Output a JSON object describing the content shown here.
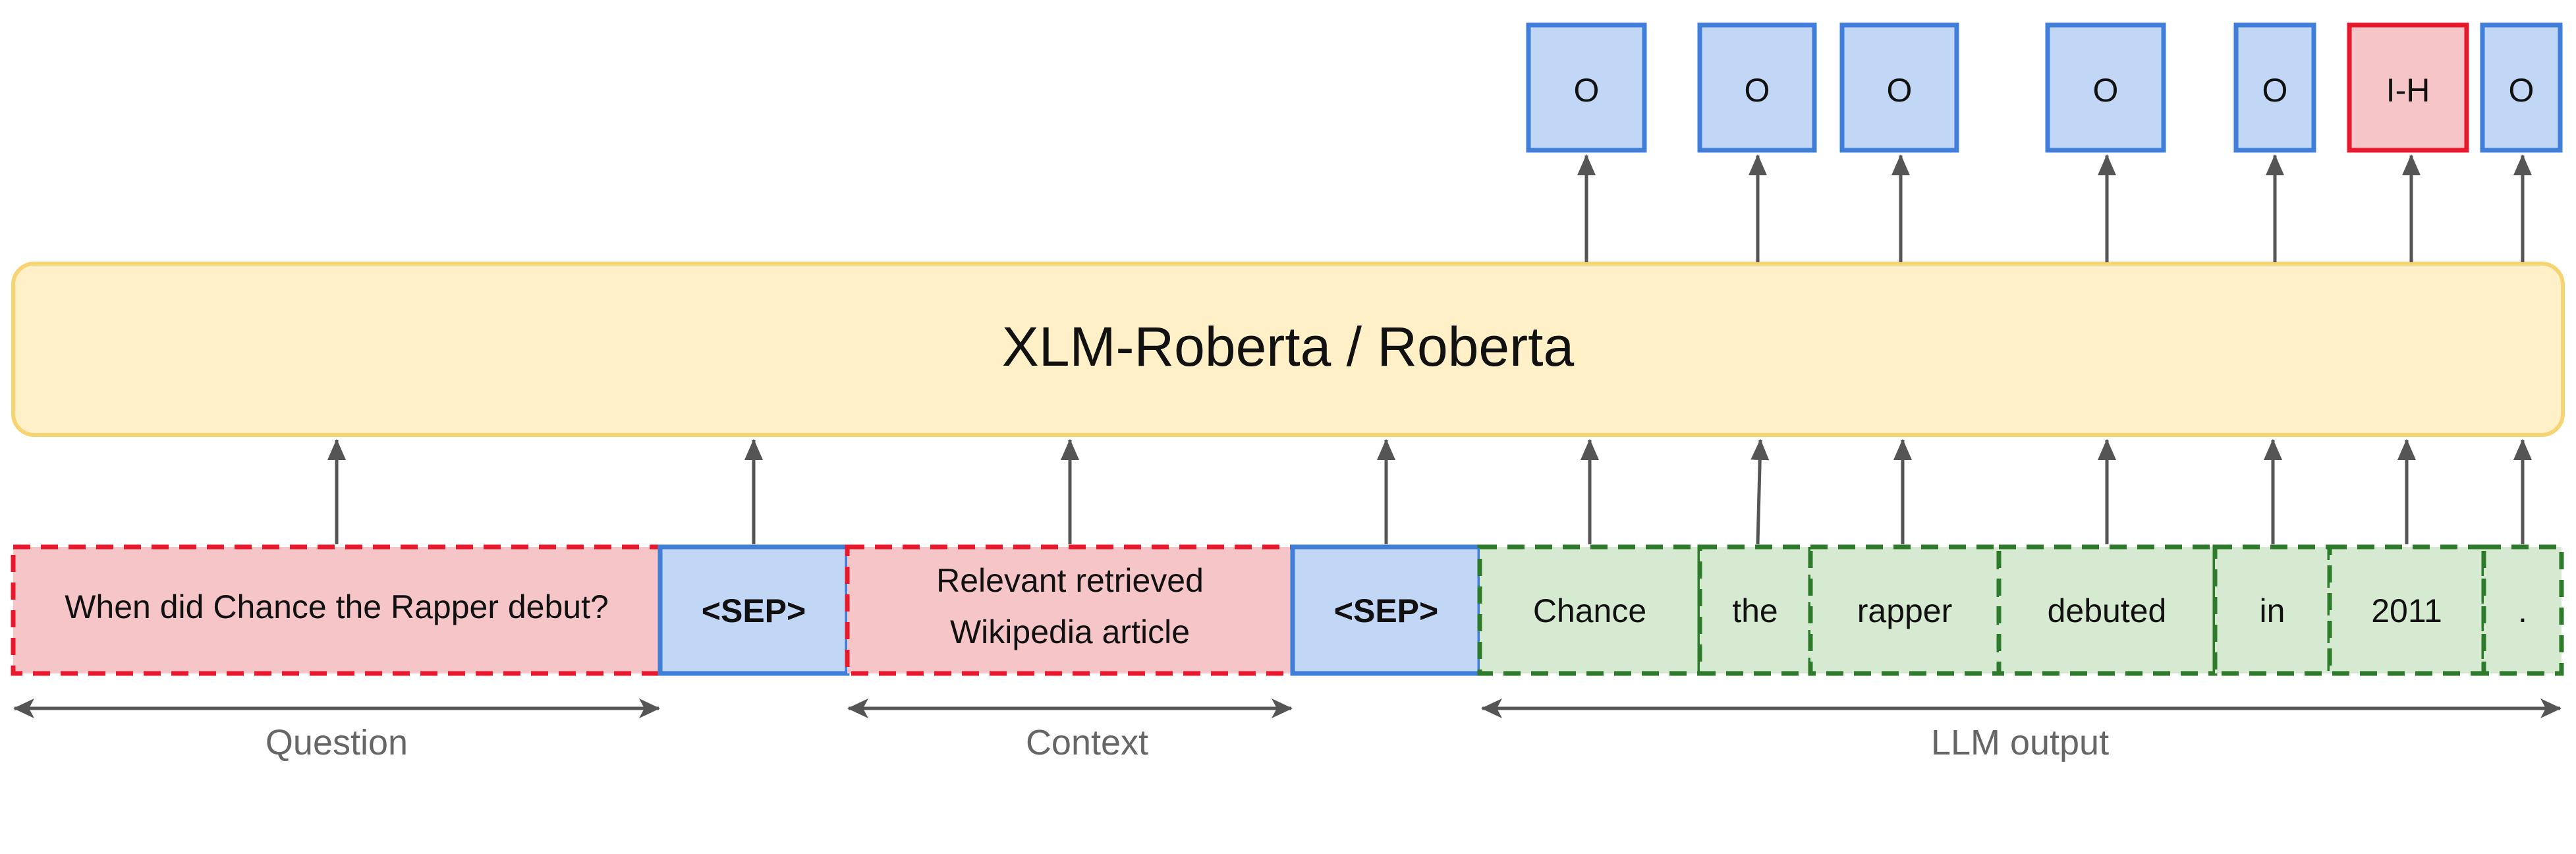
{
  "model": {
    "label": "XLM-Roberta / Roberta"
  },
  "inputs": {
    "question": "When did Chance the Rapper debut?",
    "sep1": "<SEP>",
    "context_line1": "Relevant retrieved",
    "context_line2": "Wikipedia article",
    "sep2": "<SEP>"
  },
  "output_tokens": [
    {
      "text": "Chance",
      "tag": "O"
    },
    {
      "text": "the",
      "tag": "O"
    },
    {
      "text": "rapper",
      "tag": "O"
    },
    {
      "text": "debuted",
      "tag": "O"
    },
    {
      "text": "in",
      "tag": "O"
    },
    {
      "text": "2011",
      "tag": "I-H"
    },
    {
      "text": ".",
      "tag": "O"
    }
  ],
  "spans": {
    "question": "Question",
    "context": "Context",
    "llm_output": "LLM output"
  },
  "colors": {
    "model_fill": "#fff0c7",
    "model_stroke": "#f7d472",
    "red_fill": "#f5c5c7",
    "red_stroke": "#e8192c",
    "blue_fill": "#c2d6f5",
    "blue_stroke": "#3f7fd9",
    "green_fill": "#d6ead1",
    "green_stroke": "#2d7a2a",
    "arrow": "#555555"
  }
}
